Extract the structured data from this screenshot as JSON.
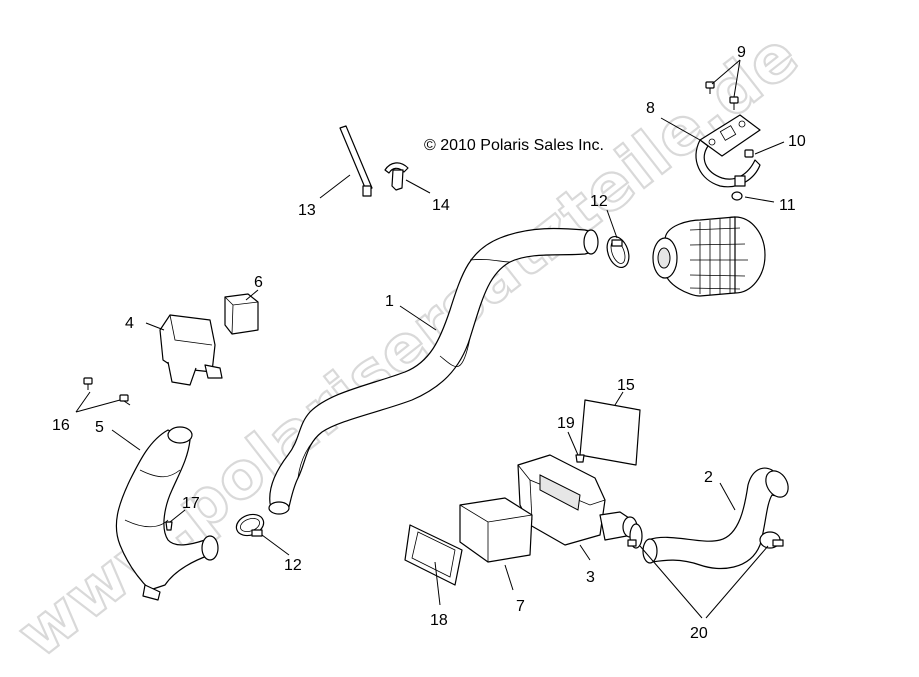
{
  "copyright": "© 2010 Polaris Sales Inc.",
  "watermark": "www.polarisersatzteile.de",
  "callouts": {
    "c1": "1",
    "c2": "2",
    "c3": "3",
    "c4": "4",
    "c5": "5",
    "c6": "6",
    "c7": "7",
    "c8": "8",
    "c9": "9",
    "c10": "10",
    "c11": "11",
    "c12a": "12",
    "c12b": "12",
    "c13": "13",
    "c14": "14",
    "c15": "15",
    "c16": "16",
    "c17": "17",
    "c18": "18",
    "c19": "19",
    "c20": "20"
  }
}
